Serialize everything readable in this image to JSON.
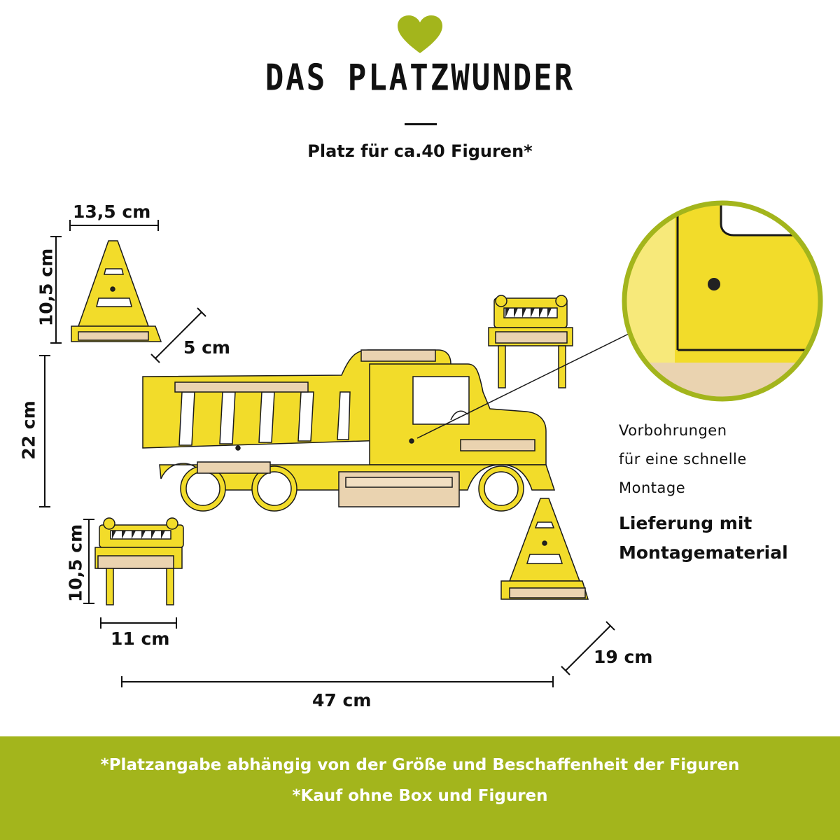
{
  "header": {
    "title": "DAS PLATZWUNDER",
    "subtitle": "Platz für ca.40 Figuren*"
  },
  "dimensions": {
    "cone_width": "13,5 cm",
    "cone_height": "10,5 cm",
    "shelf_depth": "5 cm",
    "truck_height": "22 cm",
    "barrier_height": "10,5 cm",
    "barrier_width": "11 cm",
    "total_depth": "19 cm",
    "total_width": "47 cm"
  },
  "info": {
    "pre_drill_lines": [
      "Vorbohrungen",
      "für eine schnelle",
      "Montage"
    ],
    "delivery_lines": [
      "Lieferung mit",
      "Montagematerial"
    ]
  },
  "footer": {
    "line1": "*Platzangabe abhängig von der Größe und Beschaffenheit der Figuren",
    "line2": "*Kauf ohne Box und Figuren"
  },
  "colors": {
    "accent_green": "#a3b51c",
    "product_yellow": "#f2dc2a",
    "wood": "#ead3b0"
  },
  "icons": [
    "heart-icon"
  ]
}
